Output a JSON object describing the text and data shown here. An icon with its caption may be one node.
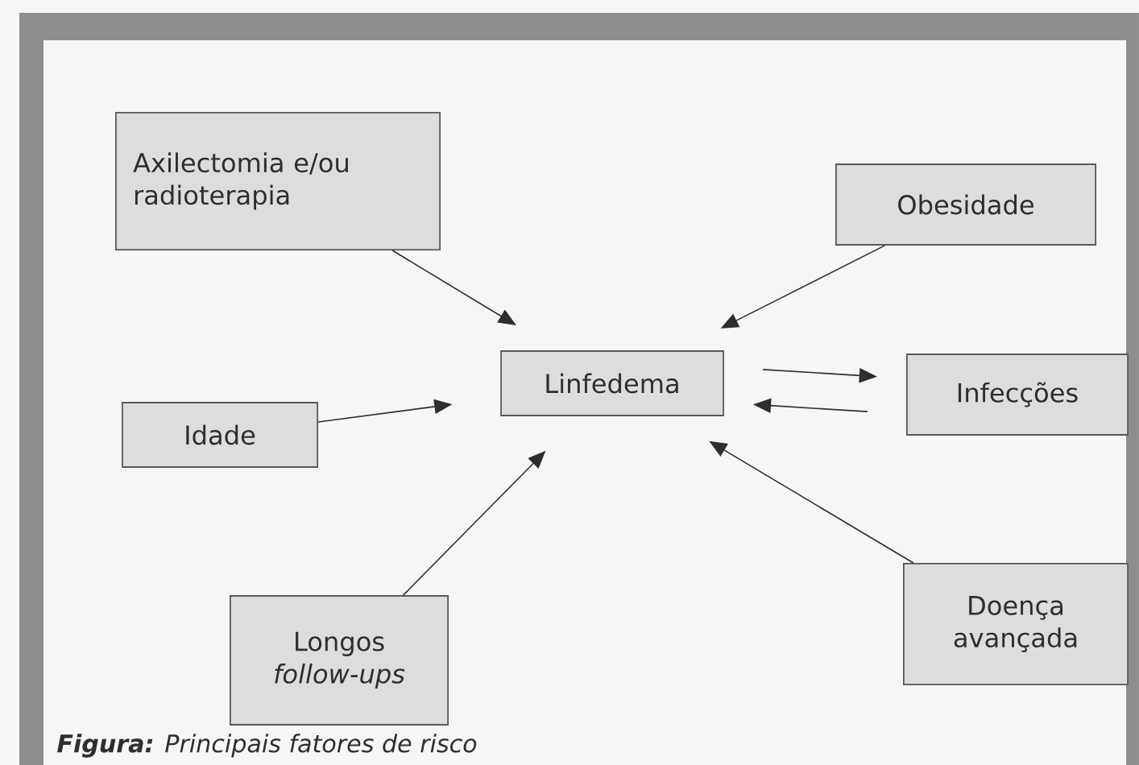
{
  "diagram": {
    "caption": "**Figura:** Principais fatores de risco",
    "nodes": [
      {
        "text": [
          "Axilectomia e/ou radioterapia"
        ]
      },
      {
        "text": [
          "Obesidade"
        ]
      },
      {
        "text": [
          "Idade"
        ]
      },
      {
        "text": [
          "Linfedema"
        ]
      },
      {
        "text": [
          "Infecções"
        ]
      },
      {
        "text": [
          "Longos *follow-ups*"
        ]
      },
      {
        "text": [
          "Doença avançada"
        ]
      }
    ],
    "edges": [
      {
        "from": 0,
        "to": 3,
        "arrow": "to"
      },
      {
        "from": 1,
        "to": 3,
        "arrow": "to"
      },
      {
        "from": 2,
        "to": 3,
        "arrow": "to"
      },
      {
        "from": 3,
        "to": 4,
        "arrow": "to"
      },
      {
        "from": 4,
        "to": 3,
        "arrow": "to"
      },
      {
        "from": 5,
        "to": 3,
        "arrow": "to"
      },
      {
        "from": 6,
        "to": 3,
        "arrow": "to"
      }
    ]
  }
}
